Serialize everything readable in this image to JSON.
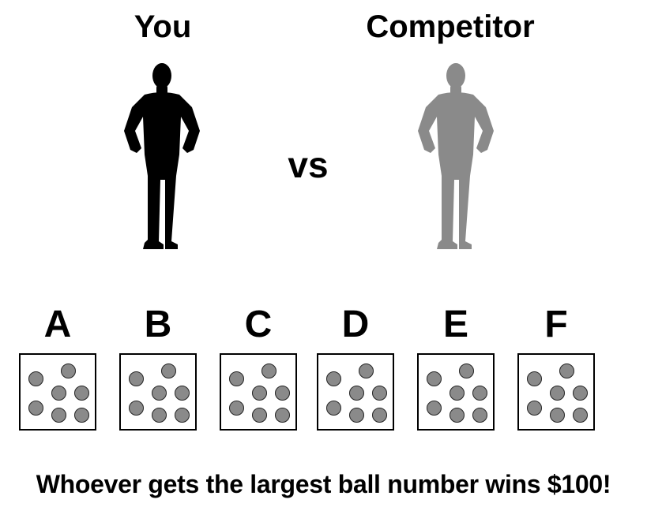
{
  "players": {
    "you": {
      "label": "You",
      "color": "#000000"
    },
    "competitor": {
      "label": "Competitor",
      "color": "#8a8a8a"
    }
  },
  "vs_label": "vs",
  "boxes": [
    {
      "letter": "A",
      "ball_count": 7
    },
    {
      "letter": "B",
      "ball_count": 7
    },
    {
      "letter": "C",
      "ball_count": 7
    },
    {
      "letter": "D",
      "ball_count": 7
    },
    {
      "letter": "E",
      "ball_count": 7
    },
    {
      "letter": "F",
      "ball_count": 7
    }
  ],
  "ball_color": "#8a8a8a",
  "footer": "Whoever gets the largest ball number wins $100!"
}
